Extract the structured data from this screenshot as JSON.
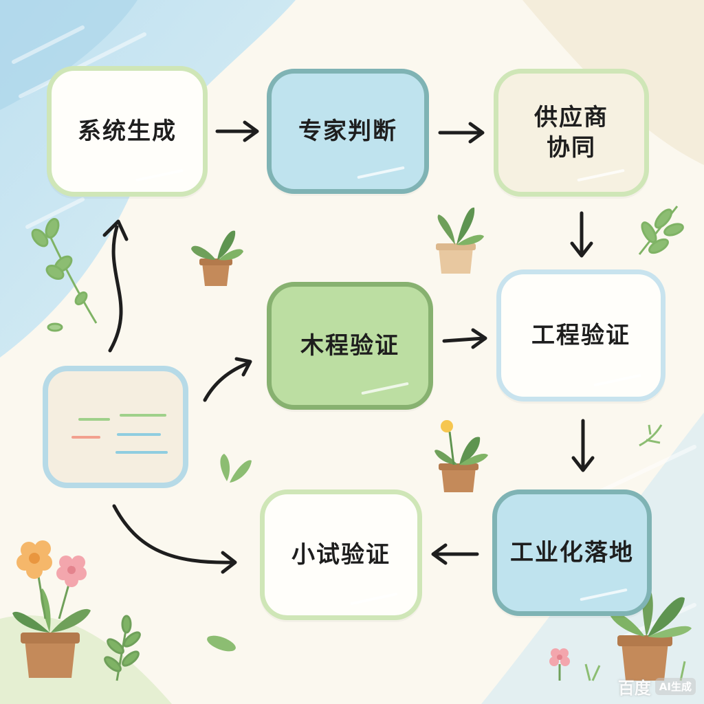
{
  "diagram": {
    "nodes": [
      {
        "id": "n1",
        "label": "系统生成"
      },
      {
        "id": "n2",
        "label": "专家判断"
      },
      {
        "id": "n3",
        "label": "供应商\n协同"
      },
      {
        "id": "n4",
        "label": "木程验证"
      },
      {
        "id": "n5",
        "label": "工程验证"
      },
      {
        "id": "n6",
        "label": "工业化落地"
      },
      {
        "id": "n7",
        "label": "小试验证"
      }
    ],
    "edges": [
      {
        "from": "n1",
        "to": "n2"
      },
      {
        "from": "n2",
        "to": "n3"
      },
      {
        "from": "n3",
        "to": "n5"
      },
      {
        "from": "n4",
        "to": "n5"
      },
      {
        "from": "n5",
        "to": "n6"
      },
      {
        "from": "n6",
        "to": "n7"
      },
      {
        "from": "note",
        "to": "n1"
      },
      {
        "from": "note",
        "to": "n4"
      },
      {
        "from": "note",
        "to": "n7"
      }
    ]
  },
  "colors": {
    "arrow": "#1e1e1e",
    "node_blue_fill": "#bfe3ee",
    "node_green_fill": "#bcdea2",
    "node_border_green": "#cfe6b7",
    "node_border_blue": "#c8e3ee",
    "note_fill": "#f5eee0"
  },
  "watermark": {
    "brand": "百度",
    "badge": "AI生成"
  }
}
